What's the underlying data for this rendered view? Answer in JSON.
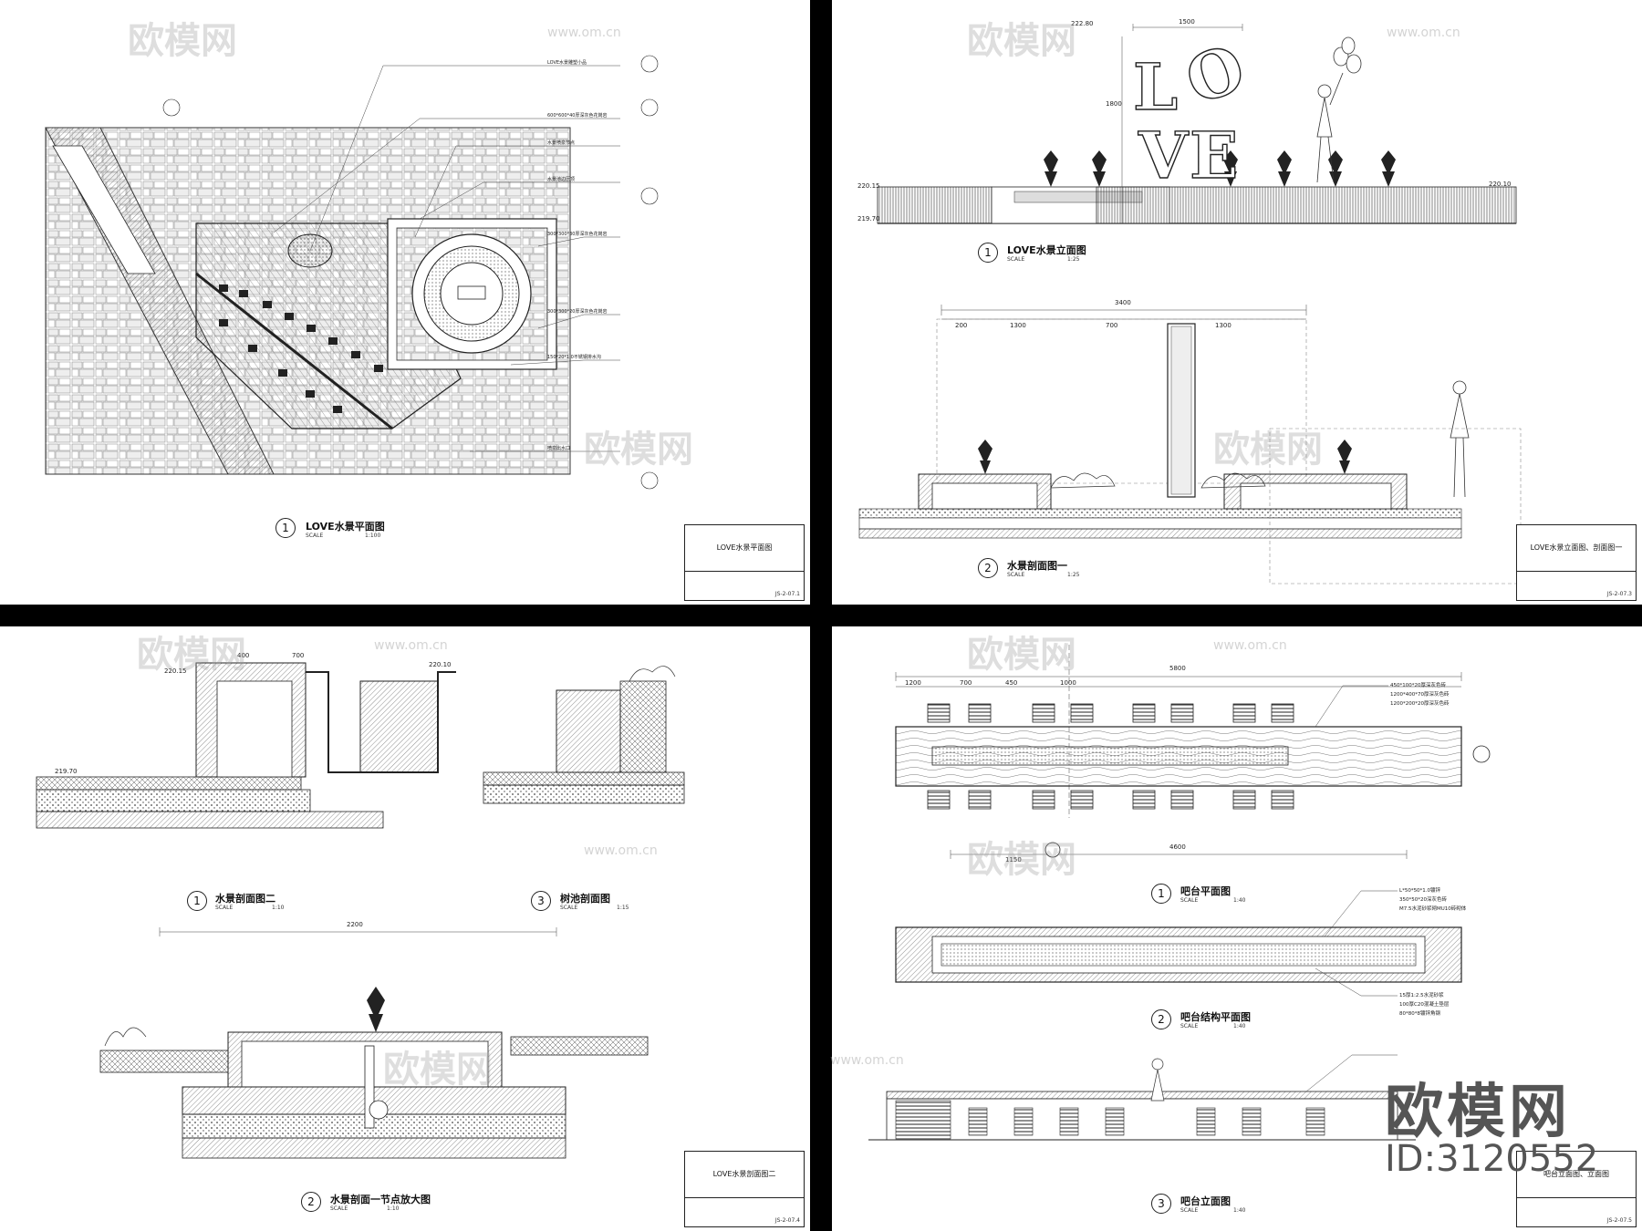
{
  "watermark": {
    "logo": "欧模网",
    "url": "www.om.cn"
  },
  "corner_logo": {
    "text": "欧模网",
    "id": "ID:3120552"
  },
  "sheet1": {
    "caption": "LOVE水景平面图",
    "num": "1",
    "scale_label": "SCALE",
    "scale": "1:100",
    "title_block": "LOVE水景平面图",
    "code": "JS-2-07.1"
  },
  "sheet2": {
    "captions": [
      {
        "num": "1",
        "text": "LOVE水景立面图",
        "scale_label": "SCALE",
        "scale": "1:25"
      },
      {
        "num": "2",
        "text": "水景剖面图一",
        "scale_label": "SCALE",
        "scale": "1:25"
      }
    ],
    "letters": [
      "L",
      "O",
      "V",
      "E"
    ],
    "dims": [
      "1500",
      "3400",
      "200",
      "1300",
      "700",
      "1300",
      "222.80",
      "220.15",
      "219.70",
      "220.10",
      "1800"
    ],
    "title_block": "LOVE水景立面图、剖面图一",
    "code": "JS-2-07.3"
  },
  "sheet3": {
    "captions": [
      {
        "num": "1",
        "text": "水景剖面图二",
        "scale_label": "SCALE",
        "scale": "1:10"
      },
      {
        "num": "3",
        "text": "树池剖面图",
        "scale_label": "SCALE",
        "scale": "1:15"
      },
      {
        "num": "2",
        "text": "水景剖面一节点放大图",
        "scale_label": "SCALE",
        "scale": "1:10"
      }
    ],
    "dims": [
      "400",
      "700",
      "2200",
      "220.15",
      "219.70",
      "220.10"
    ],
    "title_block": "LOVE水景剖面图二",
    "code": "JS-2-07.4"
  },
  "sheet4": {
    "captions": [
      {
        "num": "1",
        "text": "吧台平面图",
        "scale_label": "SCALE",
        "scale": "1:40"
      },
      {
        "num": "2",
        "text": "吧台结构平面图",
        "scale_label": "SCALE",
        "scale": "1:40"
      },
      {
        "num": "3",
        "text": "吧台立面图",
        "scale_label": "SCALE",
        "scale": "1:40"
      }
    ],
    "dims": [
      "5800",
      "4600",
      "1200",
      "700",
      "450",
      "1000",
      "1150"
    ],
    "notes": [
      "450*100*20厚深灰色砖",
      "1200*400*70厚深灰色砖",
      "1200*200*20厚深灰色砖",
      "L*50*50*1.0镀锌",
      "350*50*20深灰色砖",
      "M7.5水泥砂浆砌MU10砖砌体",
      "15厚1:2.5水泥砂浆",
      "100厚C20混凝土垫层",
      "80*80*8镀锌角钢"
    ],
    "title_block": "吧台立面图、立面图",
    "code": "JS-2-07.5"
  }
}
